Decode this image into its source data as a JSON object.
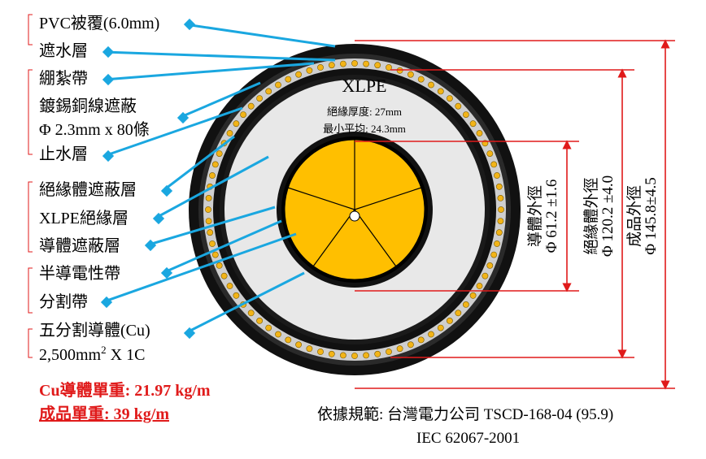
{
  "labels": {
    "pvc_sheath": "PVC被覆(6.0mm)",
    "water_block_layer": "遮水層",
    "binder_tape": "綳紮帶",
    "copper_shield_line1": "鍍錫銅線遮蔽",
    "copper_shield_line2": "Φ 2.3mm x 80條",
    "water_stop_layer": "止水層",
    "insulation_screen": "絕緣體遮蔽層",
    "xlpe_insulation": "XLPE絕緣層",
    "conductor_screen": "導體遮蔽層",
    "semiconductive_tape": "半導電性帶",
    "separator_tape": "分割帶",
    "conductor_line1": "五分割導體(Cu)",
    "conductor_line2_prefix": "2,500mm",
    "conductor_line2_sup": "2",
    "conductor_line2_suffix": " X 1C"
  },
  "center": {
    "xlpe_title": "XLPE",
    "insulation_thickness": "絕緣厚度: 27mm",
    "min_average": "最小平均: 24.3mm"
  },
  "dimensions": {
    "conductor_od_label": "導體外徑",
    "conductor_od_value": "Φ 61.2 ±1.6",
    "insulation_od_label": "絕緣體外徑",
    "insulation_od_value": "Φ 120.2 ±4.0",
    "finished_od_label": "成品外徑",
    "finished_od_value": "Φ 145.8±4.5"
  },
  "weights": {
    "cu_weight": "Cu導體單重: 21.97 kg/m",
    "product_weight": "成品單重: 39 kg/m"
  },
  "standards": {
    "line1": "依據規範: 台灣電力公司  TSCD-168-04 (95.9)",
    "line2": "IEC 62067-2001"
  },
  "colors": {
    "pointer": "#1aa7e0",
    "dimension": "#e01a1a",
    "conductor": "#ffbf00",
    "sheath": "#111111",
    "insulation": "#e8e8e8",
    "shield_wire": "#f2b418",
    "weight_text": "#e01a1a"
  }
}
